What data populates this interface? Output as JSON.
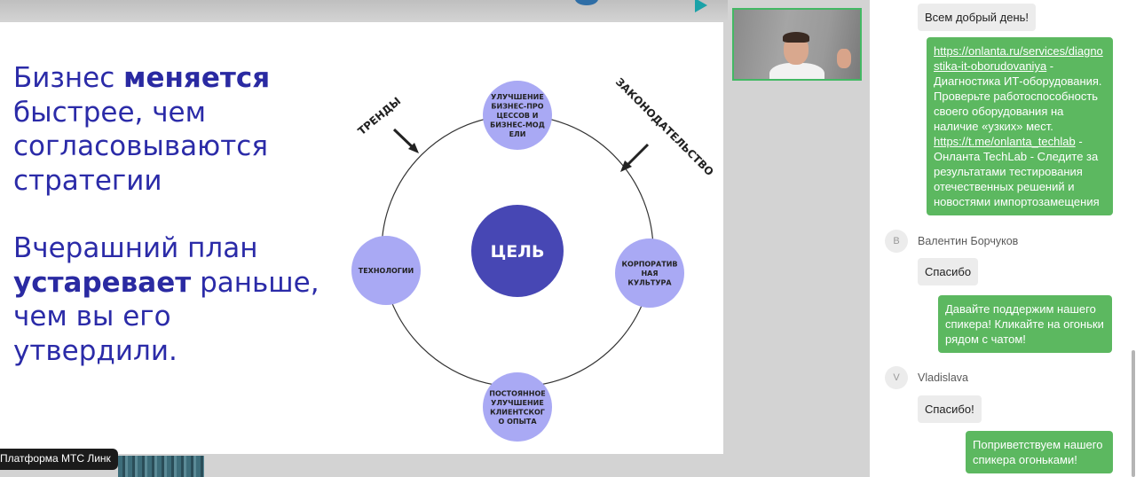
{
  "slide": {
    "line1_pre": "Бизнес ",
    "line1_bold": "меняется",
    "line2": "быстрее, чем",
    "line3": "согласовываются",
    "line4": "стратегии",
    "line5": "Вчерашний план",
    "line6_bold": "устаревает",
    "line6_post": " раньше,",
    "line7": "чем вы его",
    "line8": "утвердили."
  },
  "diagram": {
    "center": "ЦЕЛЬ",
    "top_lines": [
      "УЛУЧШЕНИЕ",
      "БИЗНЕС-ПРО",
      "ЦЕССОВ И",
      "БИЗНЕС-МОД",
      "ЕЛИ"
    ],
    "left_lines": [
      "ТЕХНОЛОГИИ"
    ],
    "right_lines": [
      "КОРПОРАТИВ",
      "НАЯ",
      "КУЛЬТУРА"
    ],
    "bottom_lines": [
      "ПОСТОЯННОЕ",
      "УЛУЧШЕНИЕ",
      "КЛИЕНТСКОГ",
      "О ОПЫТА"
    ],
    "label_trends": "ТРЕНДЫ",
    "label_law": "ЗАКОНОДАТЕЛЬСТВО",
    "colors": {
      "center": "#4747b4",
      "satellite": "#a9a9f4",
      "ring": "#333333"
    }
  },
  "video": {
    "platform_label": "Платформа МТС Линк"
  },
  "chat": {
    "msg_greeting": "Всем добрый день!",
    "msg_links": {
      "link1": "https://onlanta.ru/services/diagnostika-it-oborudovaniya",
      "link1_line1": "https://onlanta.ru/services/diagno",
      "link1_line2": "stika-it-oborudovaniya",
      "text1_tail": " - Диагностика ИТ-оборудования. Проверьте работоспособность своего оборудования на наличие «узких» мест.",
      "text1_lines": [
        "Диагностика ИТ-оборудования.",
        "Проверьте работоспособность",
        "своего оборудования на",
        "наличие «узких» мест."
      ],
      "link2": "https://t.me/onlanta_techlab",
      "text2_lines_first": " -",
      "text2_lines": [
        "Онланта TechLab - Следите за",
        "результатами тестирования",
        "отечественных решений и",
        "новостями импортозамещения"
      ]
    },
    "user1": {
      "initial": "В",
      "name": "Валентин Борчуков",
      "message": "Спасибо"
    },
    "msg_support": [
      "Давайте поддержим нашего",
      "спикера! Кликайте на огоньки",
      "рядом с чатом!"
    ],
    "user2": {
      "initial": "V",
      "name": "Vladislava",
      "message": "Спасибо!"
    },
    "msg_greet_speaker": [
      "Поприветствуем нашего",
      "спикера огоньками!"
    ],
    "colors": {
      "outgoing": "#5cb860",
      "incoming": "#ececec"
    }
  }
}
